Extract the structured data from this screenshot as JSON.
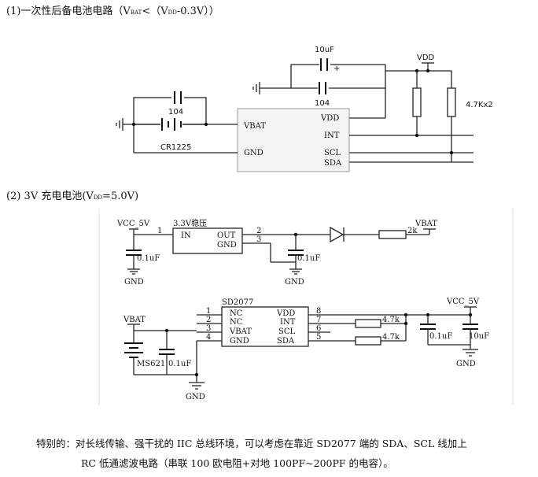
{
  "heading1": {
    "prefix": "(1)一次性后备电池电路（V",
    "sub1": "BAT",
    "mid": "<（V",
    "sub2": "DD",
    "suffix": "-0.3V））"
  },
  "heading2": {
    "prefix": "(2) 3V 充电电池(V",
    "sub": "DD",
    "suffix": "=5.0V)"
  },
  "circuit1": {
    "chip_pins_left": [
      "VBAT",
      "GND"
    ],
    "chip_pins_right": [
      "VDD",
      "INT",
      "SCL",
      "SDA"
    ],
    "cap_top": "10uF",
    "cap_plus": "+",
    "cap_mid": "104",
    "cap_left": "104",
    "battery": "CR1225",
    "vdd": "VDD",
    "resistors": "4.7Kx2"
  },
  "circuit2": {
    "vcc_in": "VCC_5V",
    "reg_title": "3.3V稳压",
    "reg_in": "IN",
    "reg_out": "OUT",
    "reg_gnd": "GND",
    "pin1": "1",
    "pin2": "2",
    "pin3": "3",
    "cap_a": "0.1uF",
    "cap_b": "0.1uF",
    "gnd": "GND",
    "r_charge": "2k",
    "vbat_out": "VBAT",
    "chip_name": "SD2077",
    "chip_left": [
      "NC",
      "NC",
      "VBAT",
      "GND"
    ],
    "chip_right": [
      "VDD",
      "INT",
      "SCL",
      "SDA"
    ],
    "left_pin_nums": [
      "1",
      "2",
      "3",
      "4"
    ],
    "right_pin_nums": [
      "8",
      "7",
      "6",
      "5"
    ],
    "vbat_in": "VBAT",
    "battery": "MS621",
    "cap_c": "0.1uF",
    "r1": "4.7k",
    "r2": "4.7k",
    "vcc_out": "VCC_5V",
    "cap_d": "0.1uF",
    "cap_e": "10uF"
  },
  "note": {
    "line1": "特别的：对长线传输、强干扰的 IIC 总线环境，可以考虑在靠近 SD2077 端的 SDA、SCL 线加上",
    "line2": "RC 低通滤波电路（串联 100 欧电阻+对地 100PF~200PF 的电容）。"
  }
}
